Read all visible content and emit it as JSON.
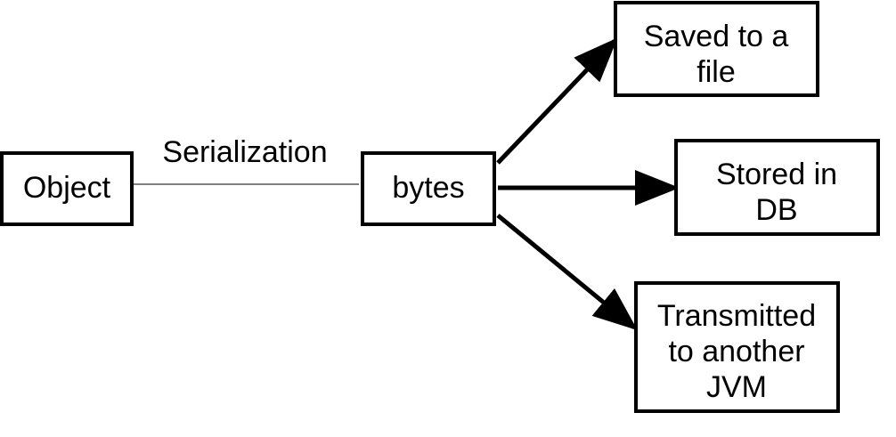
{
  "diagram": {
    "nodes": {
      "object": {
        "label": "Object"
      },
      "bytes": {
        "label": "bytes"
      },
      "file": {
        "lines": [
          "Saved to a",
          "file"
        ]
      },
      "db": {
        "lines": [
          "Stored in",
          "DB"
        ]
      },
      "jvm": {
        "lines": [
          "Transmitted",
          "to another",
          "JVM"
        ]
      }
    },
    "edges": {
      "serialization": {
        "label": "Serialization"
      }
    }
  }
}
